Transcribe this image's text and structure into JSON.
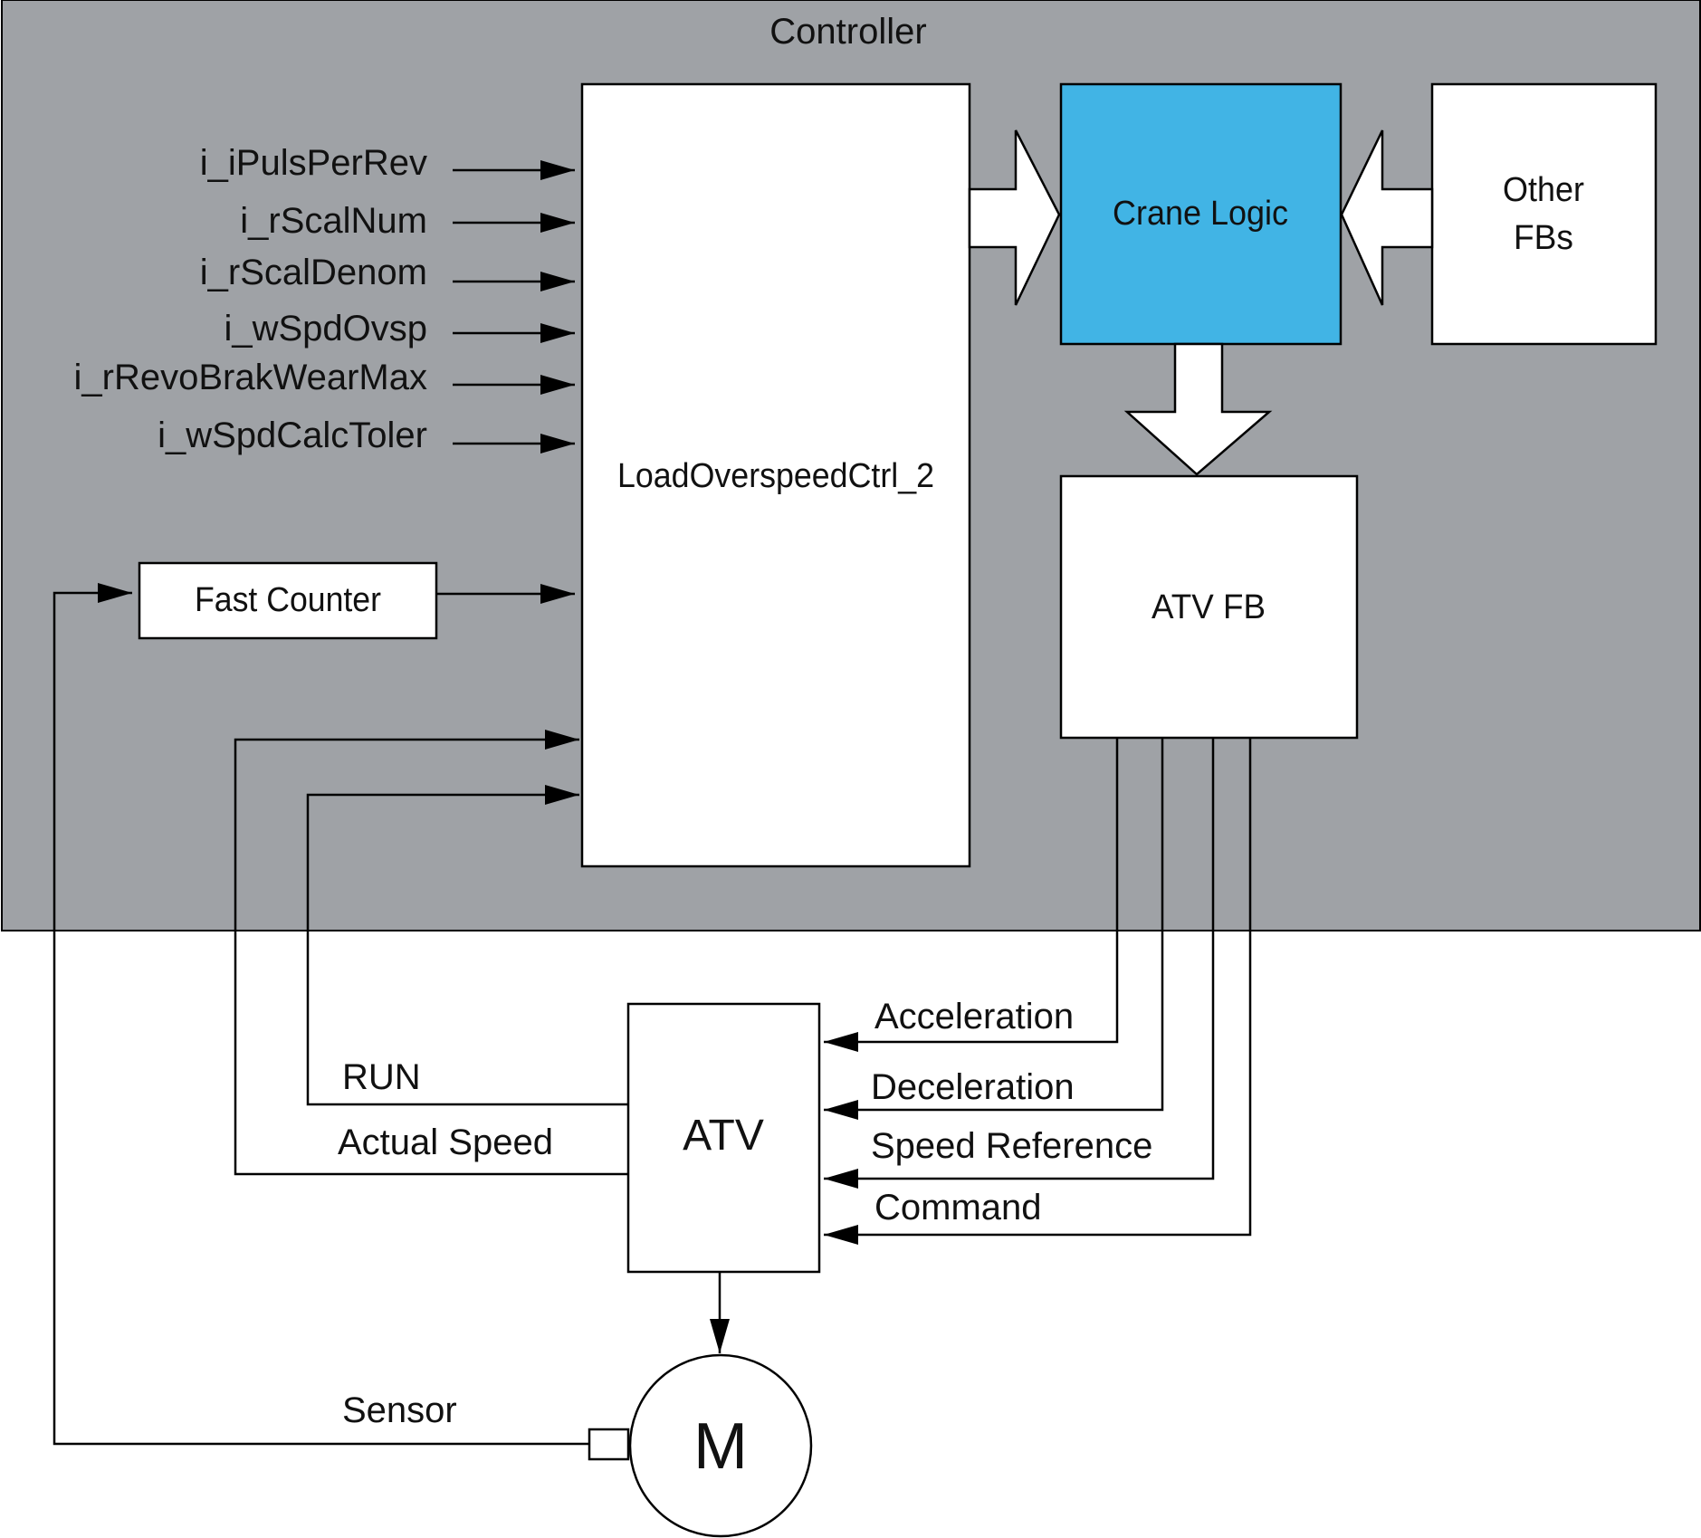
{
  "colors": {
    "controller_bg": "#9fa2a6",
    "crane_logic_fill": "#41b4e5",
    "box_fill": "#ffffff",
    "line": "#000000"
  },
  "controller": {
    "title": "Controller"
  },
  "blocks": {
    "load_ctrl": "LoadOverspeedCtrl_2",
    "crane_logic": "Crane Logic",
    "other_fbs_line1": "Other",
    "other_fbs_line2": "FBs",
    "atv_fb": "ATV FB",
    "fast_counter": "Fast Counter",
    "atv": "ATV",
    "motor": "M"
  },
  "inputs": [
    "i_iPulsPerRev",
    "i_rScalNum",
    "i_rScalDenom",
    "i_wSpdOvsp",
    "i_rRevoBrakWearMax",
    "i_wSpdCalcToler"
  ],
  "signals": {
    "acceleration": "Acceleration",
    "deceleration": "Deceleration",
    "speed_reference": "Speed Reference",
    "command": "Command",
    "run": "RUN",
    "actual_speed": "Actual Speed",
    "sensor": "Sensor"
  }
}
